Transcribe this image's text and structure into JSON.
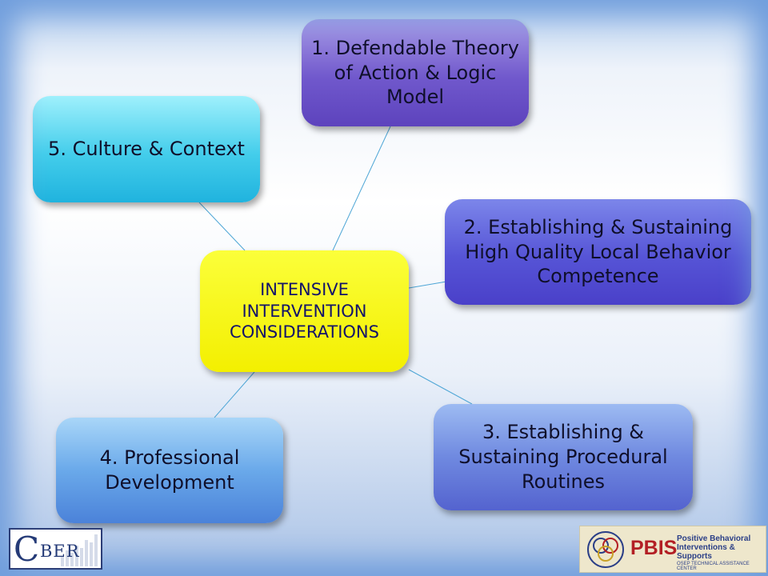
{
  "center": {
    "label": "INTENSIVE INTERVENTION CONSIDERATIONS"
  },
  "nodes": [
    {
      "label": "1. Defendable Theory of Action & Logic Model"
    },
    {
      "label": "2. Establishing & Sustaining High Quality Local Behavior Competence"
    },
    {
      "label": "3. Establishing & Sustaining Procedural Routines"
    },
    {
      "label": "4. Professional Development"
    },
    {
      "label": "5. Culture & Context"
    }
  ],
  "logos": {
    "left": {
      "letter": "C",
      "text": "BER"
    },
    "right": {
      "name": "PBIS",
      "line1": "Positive Behavioral",
      "line2": "Interventions & Supports",
      "tagline": "OSEP TECHNICAL ASSISTANCE CENTER"
    }
  },
  "colors": {
    "center": "#f3ef00",
    "node1": "#7058cc",
    "node2": "#5654d6",
    "node3": "#6f89e0",
    "node4": "#6aa9ea",
    "node5": "#43cdeb",
    "connector": "#4ea6d6"
  }
}
